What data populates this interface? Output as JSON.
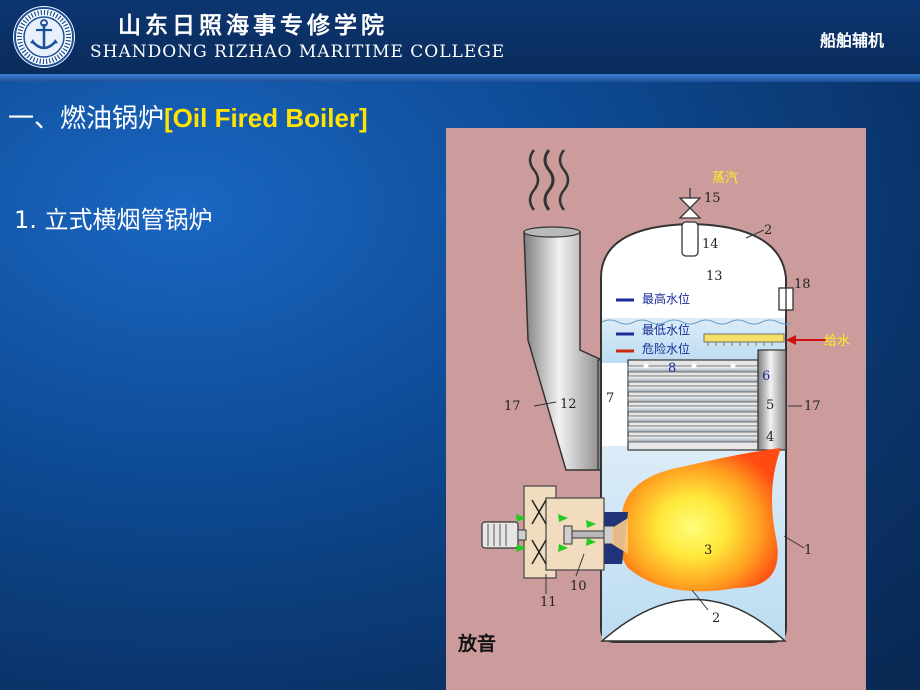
{
  "header": {
    "college_cn": "山东日照海事专修学院",
    "college_en": "SHANDONG RIZHAO MARITIME COLLEGE",
    "course": "船舶辅机"
  },
  "slide": {
    "title_cn": "一、燃油锅炉",
    "title_en": "[Oil Fired Boiler]",
    "subtitle": "1. 立式横烟管锅炉"
  },
  "diagram": {
    "labels": {
      "steam": "蒸汽",
      "feed_water": "给水",
      "max_level": "最高水位",
      "min_level": "最低水位",
      "danger_level": "危险水位",
      "blowdown": "放音"
    },
    "numbers": {
      "n1": "1",
      "n2_top": "2",
      "n2_bottom": "2",
      "n3": "3",
      "n4": "4",
      "n5": "5",
      "n6": "6",
      "n7": "7",
      "n8": "8",
      "n10": "10",
      "n11": "11",
      "n12": "12",
      "n13": "13",
      "n14": "14",
      "n15": "15",
      "n17_left": "17",
      "n17_right": "17",
      "n18": "18"
    }
  },
  "colors": {
    "background_blue": "#0d4a93",
    "title_accent": "#ffe400",
    "diagram_bg": "#cc9c9c",
    "water": "#d8ecf8",
    "flame_core": "#fff34a",
    "flame_edge": "#ff5a1a"
  }
}
